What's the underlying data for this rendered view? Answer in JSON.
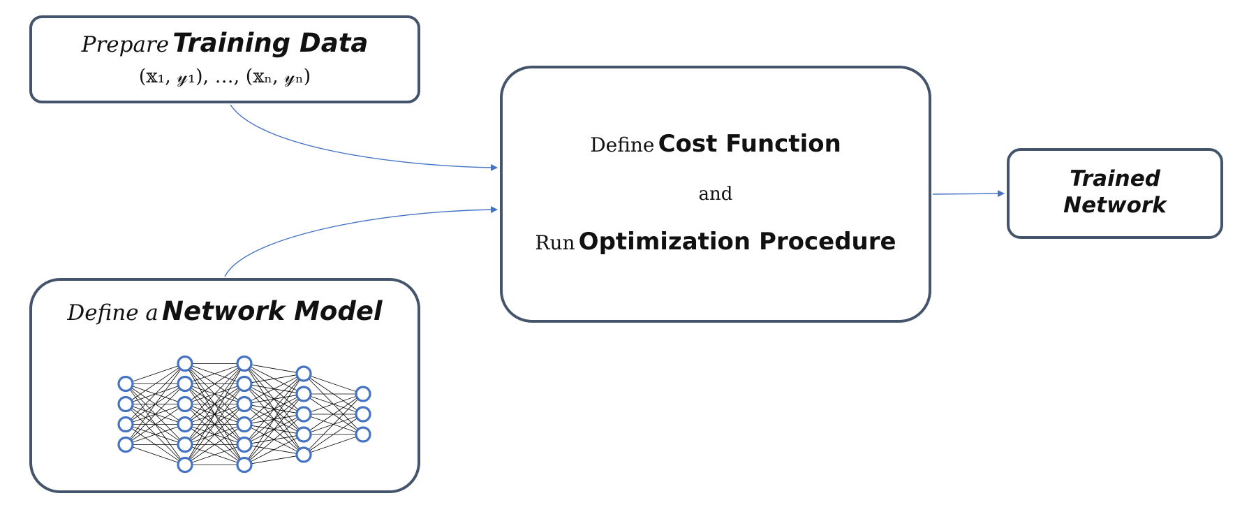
{
  "training": {
    "verb": "Prepare",
    "noun": "Training Data",
    "formula": "(𝕩₁, 𝓎₁), …, (𝕩ₙ, 𝓎ₙ)"
  },
  "cost": {
    "verb1": "Define",
    "noun1": "Cost Function",
    "conj": "and",
    "verb2": "Run",
    "noun2": "Optimization Procedure"
  },
  "network": {
    "verb": "Define a",
    "noun": "Network Model",
    "icon": "neural-network-icon",
    "layers": [
      4,
      6,
      6,
      5,
      3
    ]
  },
  "trained": {
    "line1": "Trained",
    "line2": "Network"
  },
  "colors": {
    "box_border": "#44546a",
    "arrow": "#4472c4",
    "node": "#4472c4",
    "edge": "#000000"
  }
}
